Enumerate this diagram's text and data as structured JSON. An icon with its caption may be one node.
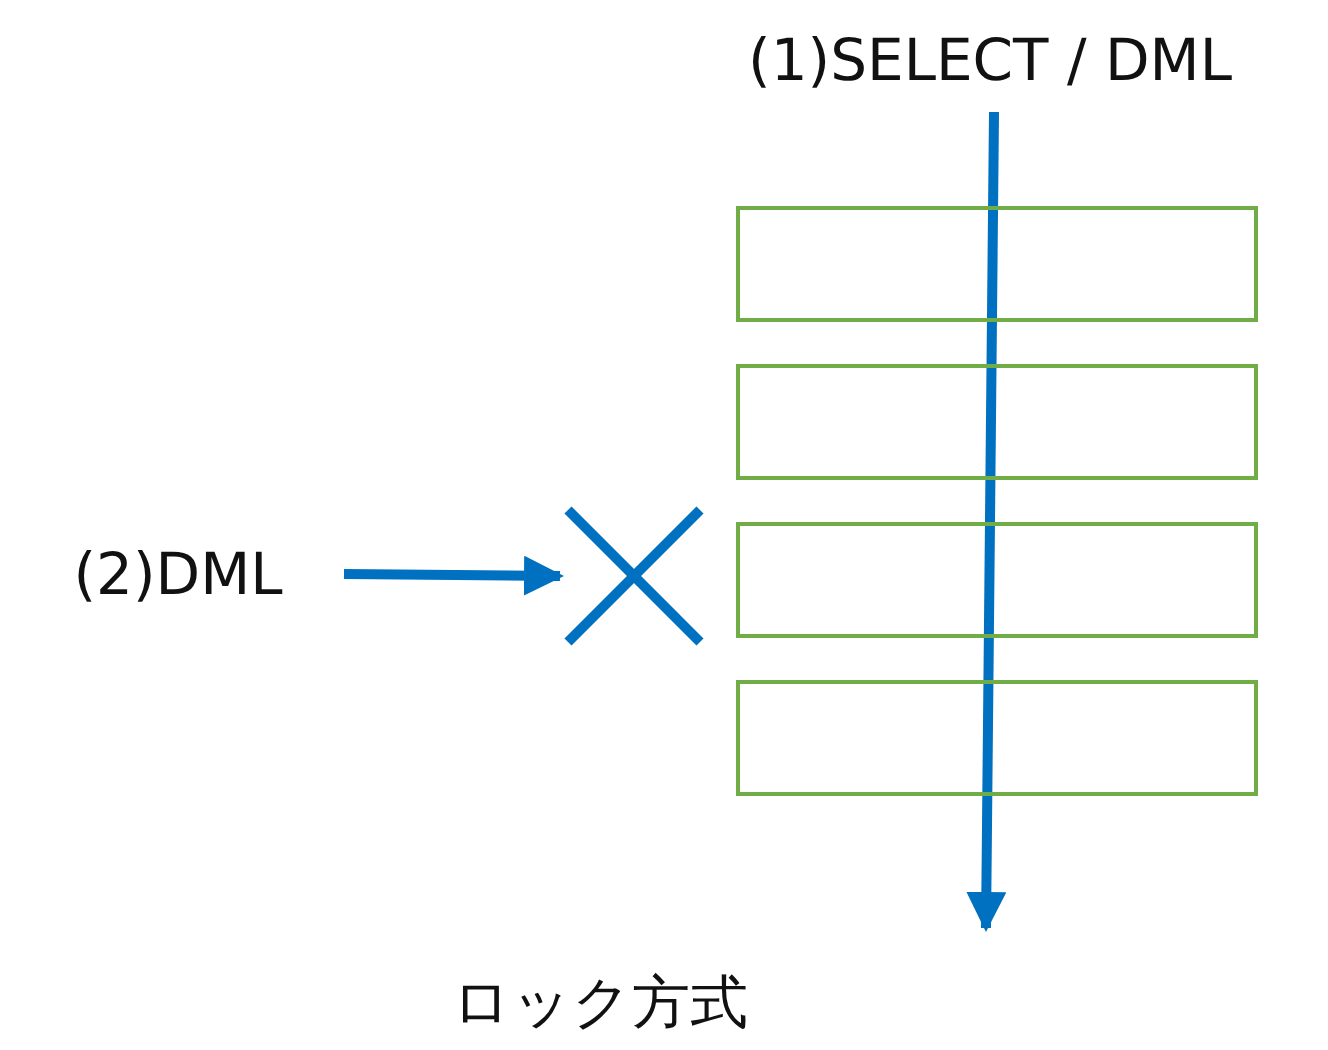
{
  "diagram": {
    "caption": "ロック方式",
    "nodes": [
      {
        "text": [
          "(1)SELECT / DML"
        ]
      },
      {
        "text": [],
        "shape": "box"
      },
      {
        "text": [],
        "shape": "box"
      },
      {
        "text": [],
        "shape": "box"
      },
      {
        "text": [],
        "shape": "box"
      },
      {
        "text": [
          "(2)DML"
        ]
      },
      {
        "text": [],
        "shape": "cross"
      }
    ],
    "edges": [
      {
        "from": 0,
        "to": null,
        "arrow": "to"
      },
      {
        "from": 5,
        "to": 6,
        "arrow": "to"
      }
    ]
  }
}
